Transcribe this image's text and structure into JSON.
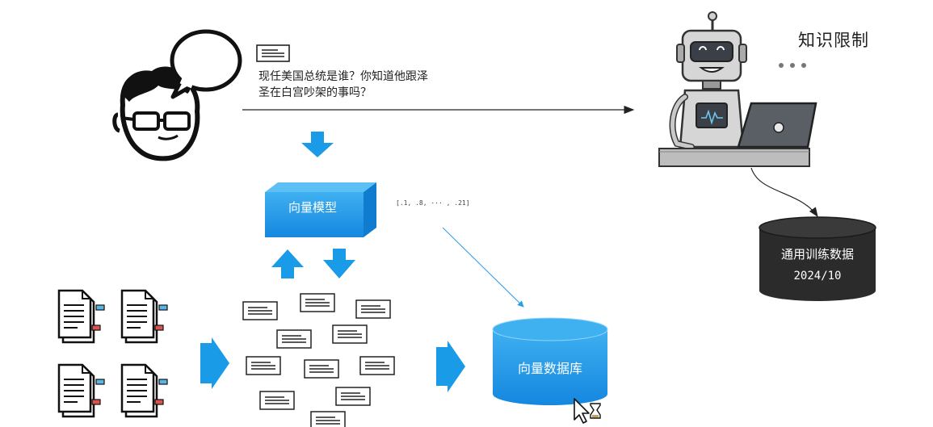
{
  "question": {
    "line1": "现任美国总统是谁？你知道他跟泽",
    "line2": "圣在白宫吵架的事吗？"
  },
  "model_box": {
    "label": "向量模型"
  },
  "vector_output": "[.1, .8, ··· , .21]",
  "vector_db": {
    "label": "向量数据库"
  },
  "robot": {
    "caption": "知识限制"
  },
  "training_data": {
    "label": "通用训练数据",
    "date": "2024/10"
  },
  "icons": [
    "person-speech-icon",
    "document-icon",
    "robot-laptop-icon",
    "ellipsis-icon",
    "cursor-busy-icon",
    "arrow-down-icon",
    "arrow-up-icon",
    "arrow-right-icon"
  ],
  "colors": {
    "accent_blue": "#1a9be8",
    "db_blue": "#1a8fe3",
    "dark_db": "#2b2b2b",
    "tag_blue": "#5bb4e6",
    "tag_red": "#d9534f"
  }
}
